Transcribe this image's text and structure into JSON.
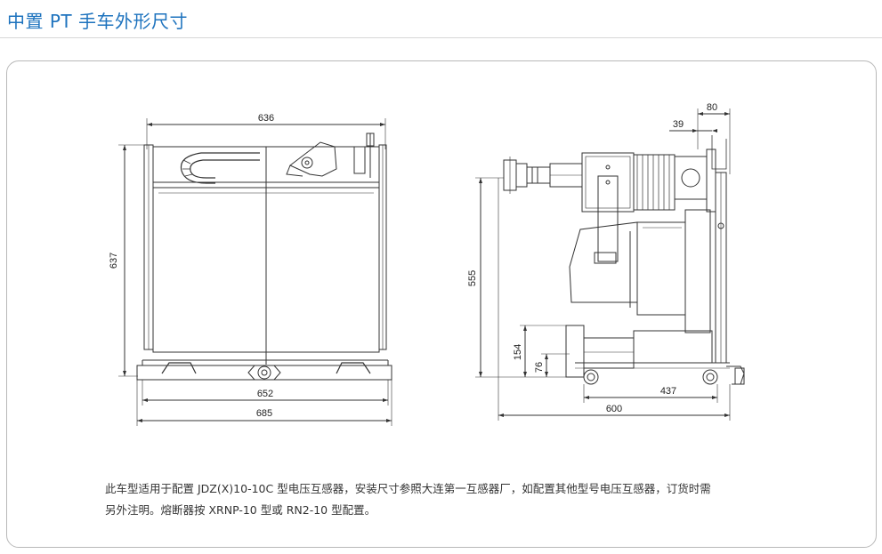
{
  "header": {
    "title": "中置 PT 手车外形尺寸"
  },
  "dimensions": {
    "front": {
      "top_width": "636",
      "height": "637",
      "inner_width": "652",
      "outer_width": "685"
    },
    "side": {
      "height": "555",
      "h154": "154",
      "h76": "76",
      "w437": "437",
      "w600": "600",
      "w80": "80",
      "w39": "39"
    }
  },
  "note": {
    "line1": "此车型适用于配置 JDZ(X)10-10C 型电压互感器，安装尺寸参照大连第一互感器厂，如配置其他型号电压互感器，订货时需",
    "line2": "另外注明。熔断器按 XRNP-10 型或 RN2-10 型配置。"
  },
  "colors": {
    "title": "#1e73be",
    "line": "#333333",
    "frame": "#b8b8b8"
  }
}
